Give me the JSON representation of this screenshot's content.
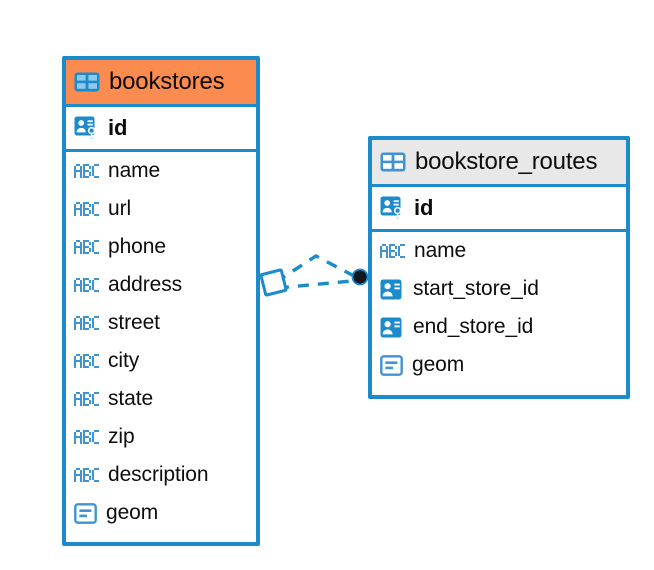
{
  "diagram": {
    "type": "entity-relationship-diagram",
    "background": "#ffffff",
    "accent_color": "#1b8bcc",
    "highlight_color": "#fb8b4e",
    "header_grey": "#e8e8e8"
  },
  "entities": [
    {
      "name": "bookstores",
      "header_style": "accent-orange",
      "fields": [
        {
          "label": "id",
          "icon": "primary-key-icon",
          "kind": "pk"
        },
        {
          "label": "name",
          "icon": "abc-text-icon",
          "kind": "text"
        },
        {
          "label": "url",
          "icon": "abc-text-icon",
          "kind": "text"
        },
        {
          "label": "phone",
          "icon": "abc-text-icon",
          "kind": "text"
        },
        {
          "label": "address",
          "icon": "abc-text-icon",
          "kind": "text"
        },
        {
          "label": "street",
          "icon": "abc-text-icon",
          "kind": "text"
        },
        {
          "label": "city",
          "icon": "abc-text-icon",
          "kind": "text"
        },
        {
          "label": "state",
          "icon": "abc-text-icon",
          "kind": "text"
        },
        {
          "label": "zip",
          "icon": "abc-text-icon",
          "kind": "text"
        },
        {
          "label": "description",
          "icon": "abc-text-icon",
          "kind": "text"
        },
        {
          "label": "geom",
          "icon": "geometry-icon",
          "kind": "geometry"
        }
      ]
    },
    {
      "name": "bookstore_routes",
      "header_style": "accent-grey",
      "fields": [
        {
          "label": "id",
          "icon": "primary-key-icon",
          "kind": "pk"
        },
        {
          "label": "name",
          "icon": "abc-text-icon",
          "kind": "text"
        },
        {
          "label": "start_store_id",
          "icon": "foreign-key-icon",
          "kind": "fk"
        },
        {
          "label": "end_store_id",
          "icon": "foreign-key-icon",
          "kind": "fk"
        },
        {
          "label": "geom",
          "icon": "geometry-icon",
          "kind": "geometry"
        }
      ]
    }
  ],
  "relationship": {
    "style": "dashed",
    "color": "#1b8bcc",
    "source_marker": "diamond",
    "target_marker": "filled-circle",
    "target_marker_color": "#101820"
  }
}
